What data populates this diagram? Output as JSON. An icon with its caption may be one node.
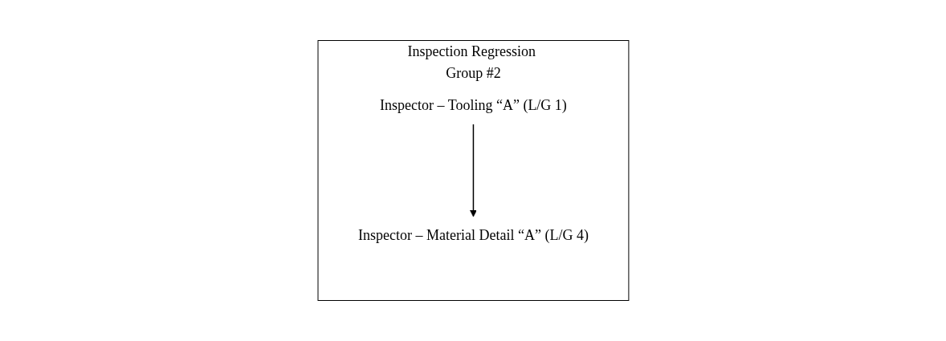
{
  "diagram": {
    "nodes": [
      {
        "text": [
          "Inspection Regression Group #2"
        ]
      },
      {
        "text": [
          "Inspector – Tooling “A” (L/G 1)"
        ],
        "in": 0
      },
      {
        "text": [
          "Inspector – Material Detail “A” (L/G 4)"
        ],
        "in": 0
      }
    ],
    "edges": [
      {
        "from": 1,
        "to": 2,
        "arrow": "to"
      }
    ]
  }
}
